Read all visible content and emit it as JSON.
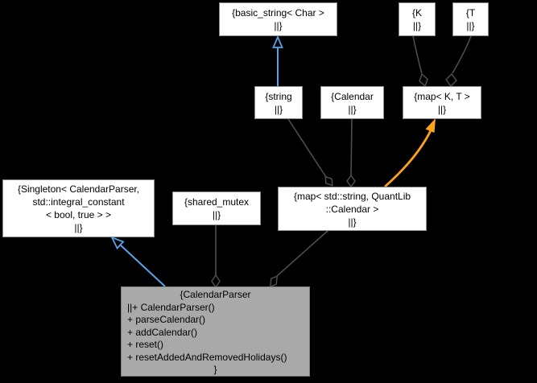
{
  "diagram": {
    "type": "collaboration-graph",
    "background": "#000000",
    "colors": {
      "edge": "#4D4D4D",
      "inheritance": "#58A3E8",
      "template_relation": "#FFA319",
      "box_border": "#8A8A8A",
      "box_fill": "#FFFFFF",
      "main_box_fill": "#A9A9A9",
      "text": "#000000"
    },
    "nodes": {
      "basic_string": {
        "line1": "{basic_string< Char >",
        "line2": "||}"
      },
      "k": {
        "line1": "{K",
        "line2": "||}"
      },
      "t": {
        "line1": "{T",
        "line2": "||}"
      },
      "string": {
        "line1": "{string",
        "line2": "||}"
      },
      "calendar": {
        "line1": "{Calendar",
        "line2": "||}"
      },
      "map_kt": {
        "line1": "{map< K, T >",
        "line2": "||}"
      },
      "singleton": {
        "line1": "{Singleton< CalendarParser,",
        "line2": "std::integral_constant",
        "line3": "< bool, true > >",
        "line4": "||}"
      },
      "shared_mutex": {
        "line1": "{shared_mutex",
        "line2": "||}"
      },
      "map_std": {
        "line1": "{map< std::string, QuantLib",
        "line2": "::Calendar >",
        "line3": "||}"
      },
      "calendar_parser": {
        "title": "{CalendarParser",
        "member1": "||+ CalendarParser()",
        "member2": "+ parseCalendar()",
        "member3": "+ addCalendar()",
        "member4": "+ reset()",
        "member5": "+ resetAddedAndRemovedHolidays()",
        "closing": "}"
      }
    }
  }
}
